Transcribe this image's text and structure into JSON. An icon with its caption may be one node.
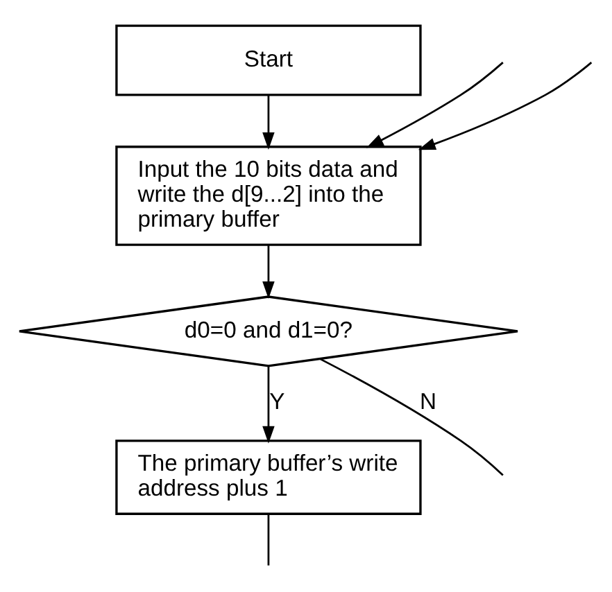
{
  "diagram": {
    "nodes": [
      {
        "text": [
          "Start"
        ]
      },
      {
        "text": [
          "Input the 10 bits data and write the d[9...2] into the primary buffer"
        ]
      },
      {
        "text": [
          "d0=0 and d1=0?"
        ]
      },
      {
        "text": [
          "The primary buffer’s write address plus 1"
        ]
      }
    ],
    "edges": [
      {
        "from": 0,
        "to": 1,
        "arrow": "to"
      },
      {
        "from": null,
        "to": 1,
        "arrow": "to"
      },
      {
        "from": null,
        "to": 1,
        "arrow": "to"
      },
      {
        "from": 1,
        "to": 2,
        "arrow": "to"
      },
      {
        "from": 2,
        "to": null,
        "label": "N",
        "arrow": "none"
      },
      {
        "from": 2,
        "to": 3,
        "label": "Y",
        "arrow": "to"
      },
      {
        "from": 3,
        "to": null,
        "arrow": "none"
      }
    ]
  }
}
